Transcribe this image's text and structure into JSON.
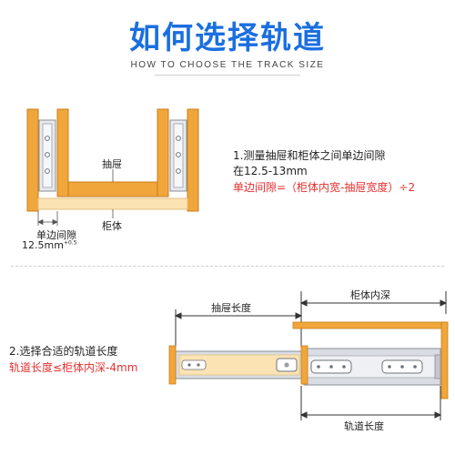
{
  "header": {
    "title": "如何选择轨道",
    "subtitle": "HOW TO CHOOSE THE TRACK SIZE"
  },
  "section1": {
    "drawer_label": "抽屉",
    "cabinet_label": "柜体",
    "gap_label": "单边间隙",
    "gap_value": "12.5mm",
    "gap_tolerance": "+0.5",
    "note_line1": "1.测量抽屉和柜体之间单边间隙",
    "note_line2": "在12.5-13mm",
    "note_formula": "单边间隙=（柜体内宽-抽屉宽度）÷2"
  },
  "section2": {
    "drawer_length_label": "抽屉长度",
    "cabinet_depth_label": "柜体内深",
    "rail_length_label": "轨道长度",
    "note_line1": "2.选择合适的轨道长度",
    "note_formula": "轨道长度≤柜体内深-4mm"
  },
  "colors": {
    "title_blue": "#1a6fe0",
    "accent_red": "#e53030",
    "wood_orange": "#f0a63a",
    "wood_light": "#fbe3b4",
    "rail_gray": "#d9dde3"
  }
}
